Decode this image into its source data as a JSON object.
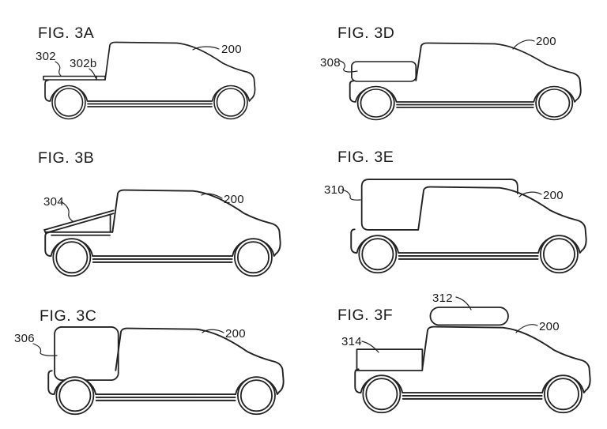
{
  "document": {
    "type": "patent-figure-sheet",
    "background_color": "#ffffff",
    "line_color": "#222222",
    "text_color": "#1a1a1a"
  },
  "figures": [
    {
      "id": "3A",
      "label": "FIG. 3A",
      "drawing": "pickup-truck-side-view-flat-bed-cover",
      "refs": [
        "302",
        "302b",
        "200"
      ]
    },
    {
      "id": "3D",
      "label": "FIG. 3D",
      "drawing": "pickup-truck-side-view-bed-height-cargo-box",
      "refs": [
        "308",
        "200"
      ]
    },
    {
      "id": "3B",
      "label": "FIG. 3B",
      "drawing": "pickup-truck-side-view-slanted-bed-cover",
      "refs": [
        "304",
        "200"
      ]
    },
    {
      "id": "3E",
      "label": "FIG. 3E",
      "drawing": "pickup-truck-side-view-roof-height-cargo-box",
      "refs": [
        "310",
        "200"
      ]
    },
    {
      "id": "3C",
      "label": "FIG. 3C",
      "drawing": "pickup-truck-side-view-cab-height-cargo-box",
      "refs": [
        "306",
        "200"
      ]
    },
    {
      "id": "3F",
      "label": "FIG. 3F",
      "drawing": "pickup-truck-side-view-bed-box-and-roof-pod",
      "refs": [
        "312",
        "314",
        "200"
      ]
    }
  ]
}
